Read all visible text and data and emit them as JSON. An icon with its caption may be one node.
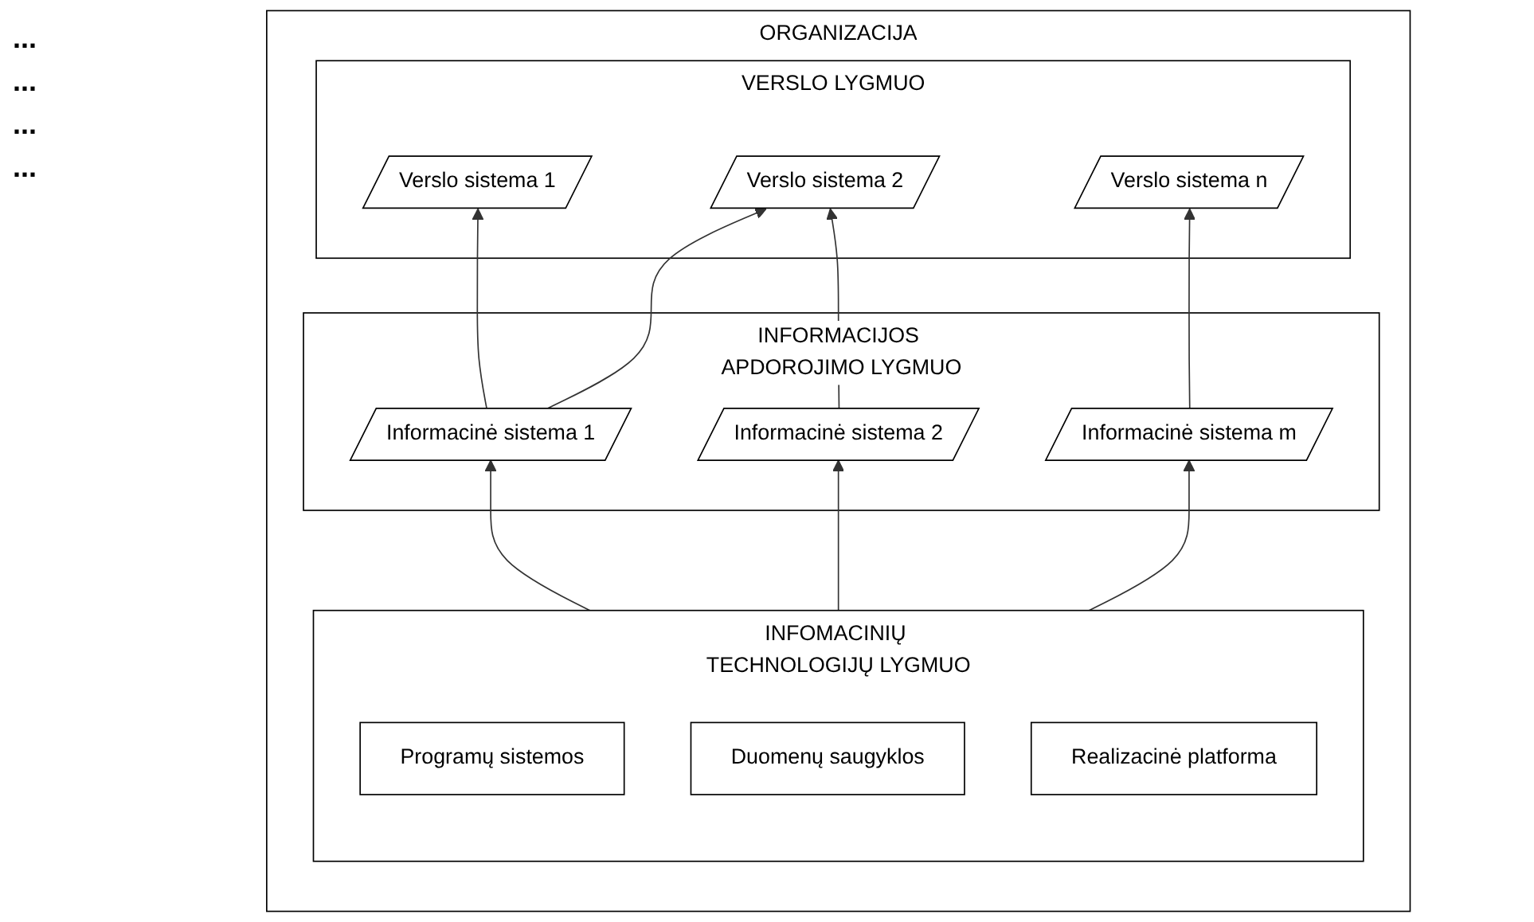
{
  "diagram": {
    "nodes": [
      {
        "text": [
          "ORGANIZACIJA"
        ]
      },
      {
        "text": [
          "VERSLO LYGMUO"
        ],
        "in": 0
      },
      {
        "text": [
          "Verslo sistema 1"
        ],
        "in": 1
      },
      {
        "text": [
          "Verslo sistema 2"
        ],
        "in": 1
      },
      {
        "text": [
          "Verslo sistema n"
        ],
        "in": 1
      },
      {
        "text": [
          "INFORMACIJOS APDOROJIMO LYGMUO"
        ],
        "in": 0
      },
      {
        "text": [
          "Informacinė sistema 1"
        ],
        "in": 5
      },
      {
        "text": [
          "Informacinė sistema 2"
        ],
        "in": 5
      },
      {
        "text": [
          "Informacinė sistema m"
        ],
        "in": 5
      },
      {
        "text": [
          "INFOMACINIŲ TECHNOLOGIJŲ LYGMUO"
        ],
        "in": 0
      },
      {
        "text": [
          "Programų sistemos"
        ],
        "in": 9
      },
      {
        "text": [
          "Duomenų saugyklos"
        ],
        "in": 9
      },
      {
        "text": [
          "Realizacinė platforma"
        ],
        "in": 9
      }
    ],
    "edges": [
      {
        "from": 6,
        "to": 2,
        "arrow": "to"
      },
      {
        "from": 6,
        "to": 3,
        "arrow": "to"
      },
      {
        "from": 7,
        "to": 3,
        "arrow": "to"
      },
      {
        "from": 8,
        "to": 4,
        "arrow": "to"
      },
      {
        "from": 9,
        "to": 6,
        "arrow": "to"
      },
      {
        "from": 9,
        "to": 7,
        "arrow": "to"
      },
      {
        "from": 9,
        "to": 8,
        "arrow": "to"
      }
    ],
    "labels": [
      "...",
      "...",
      "...",
      "..."
    ]
  }
}
